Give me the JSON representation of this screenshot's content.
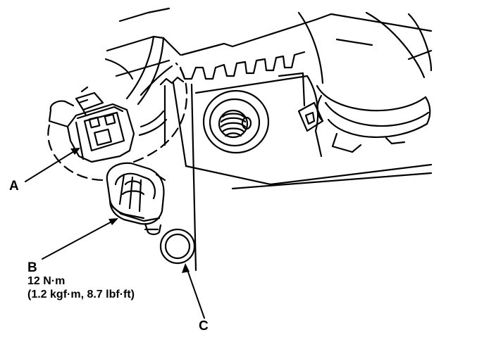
{
  "callouts": {
    "a": "A",
    "b": "B",
    "c": "C"
  },
  "torque": {
    "value": "12 N·m",
    "alt": "(1.2 kgf·m, 8.7 lbf·ft)"
  },
  "colors": {
    "ink": "#000000",
    "paper": "#ffffff"
  }
}
